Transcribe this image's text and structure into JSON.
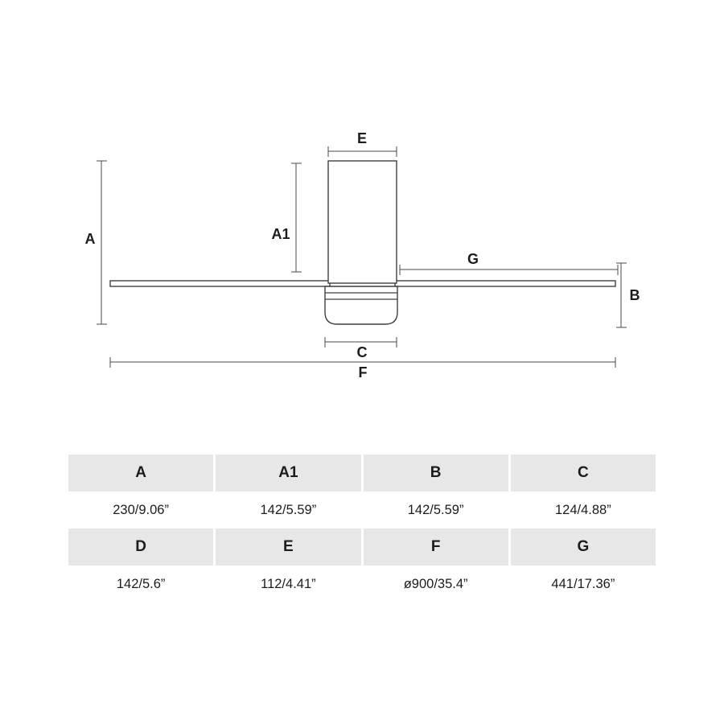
{
  "diagram": {
    "labels": {
      "A": "A",
      "A1": "A1",
      "B": "B",
      "C": "C",
      "E": "E",
      "F": "F",
      "G": "G"
    }
  },
  "table": {
    "rows": [
      {
        "cells": [
          "A",
          "A1",
          "B",
          "C"
        ]
      },
      {
        "cells": [
          "230/9.06”",
          "142/5.59”",
          "142/5.59”",
          "124/4.88”"
        ]
      },
      {
        "cells": [
          "D",
          "E",
          "F",
          "G"
        ]
      },
      {
        "cells": [
          "142/5.6”",
          "112/4.41”",
          "ø900/35.4”",
          "441/17.36”"
        ]
      }
    ]
  }
}
